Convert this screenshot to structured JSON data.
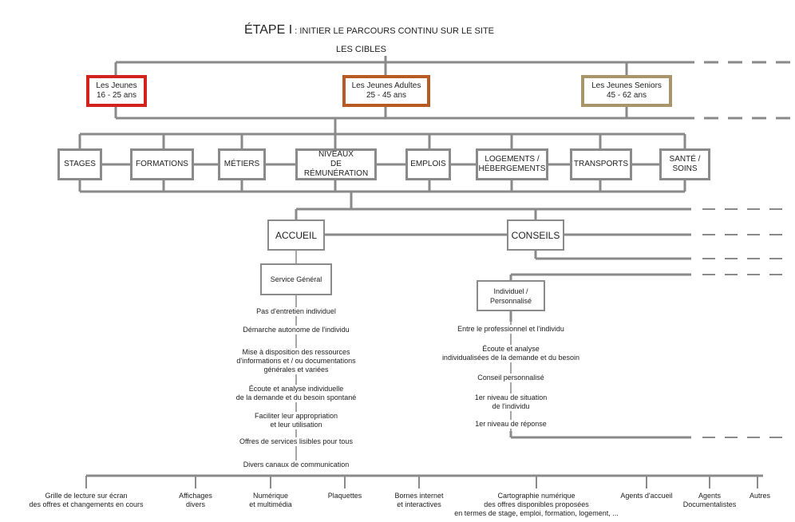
{
  "title": {
    "prefix": "ÉTAPE I",
    "rest": " : INITIER LE PARCOURS CONTINU SUR LE SITE"
  },
  "cibles_label": "LES CIBLES",
  "targets": [
    {
      "name": "Les Jeunes",
      "ages": "16 - 25 ans",
      "color": "#d2231e"
    },
    {
      "name": "Les Jeunes Adultes",
      "ages": "25 - 45 ans",
      "color": "#b85a24"
    },
    {
      "name": "Les Jeunes Seniors",
      "ages": "45 - 62 ans",
      "color": "#a8956a"
    }
  ],
  "categories": [
    "STAGES",
    "FORMATIONS",
    "MÉTIERS",
    "NIVEAUX\nDE RÉMUNÉRATION",
    "EMPLOIS",
    "LOGEMENTS /\nHÉBERGEMENTS",
    "TRANSPORTS",
    "SANTÉ /\nSOINS"
  ],
  "accueil": {
    "label": "ACCUEIL",
    "service": "Service Général",
    "items": [
      "Pas d'entretien individuel",
      "Démarche autonome de l'individu",
      "Mise à disposition des ressources\nd'informations et / ou documentations\ngénérales et variées",
      "Écoute et analyse individuelle\nde la demande et du besoin spontané",
      "Faciliter leur appropriation\net leur utilisation",
      "Offres de services lisibles pour tous",
      "Divers canaux de communication"
    ]
  },
  "conseils": {
    "label": "CONSEILS",
    "service": "Individuel /\nPersonnalisé",
    "items": [
      "Entre le professionnel et l'individu",
      "Écoute et analyse\nindividualisées de la demande et du besoin",
      "Conseil personnalisé",
      "1er niveau de situation\nde l'individu",
      "1er niveau de réponse"
    ]
  },
  "channels": [
    "Grille de lecture sur écran\ndes offres et changements en cours",
    "Affichages\ndivers",
    "Numérique\net multimédia",
    "Plaquettes",
    "Bornes internet\net interactives",
    "Cartographie numérique\ndes offres disponibles proposées\nen termes de stage, emploi, formation, logement, ...",
    "Agents d'accueil",
    "Agents\nDocumentalistes",
    "Autres"
  ]
}
